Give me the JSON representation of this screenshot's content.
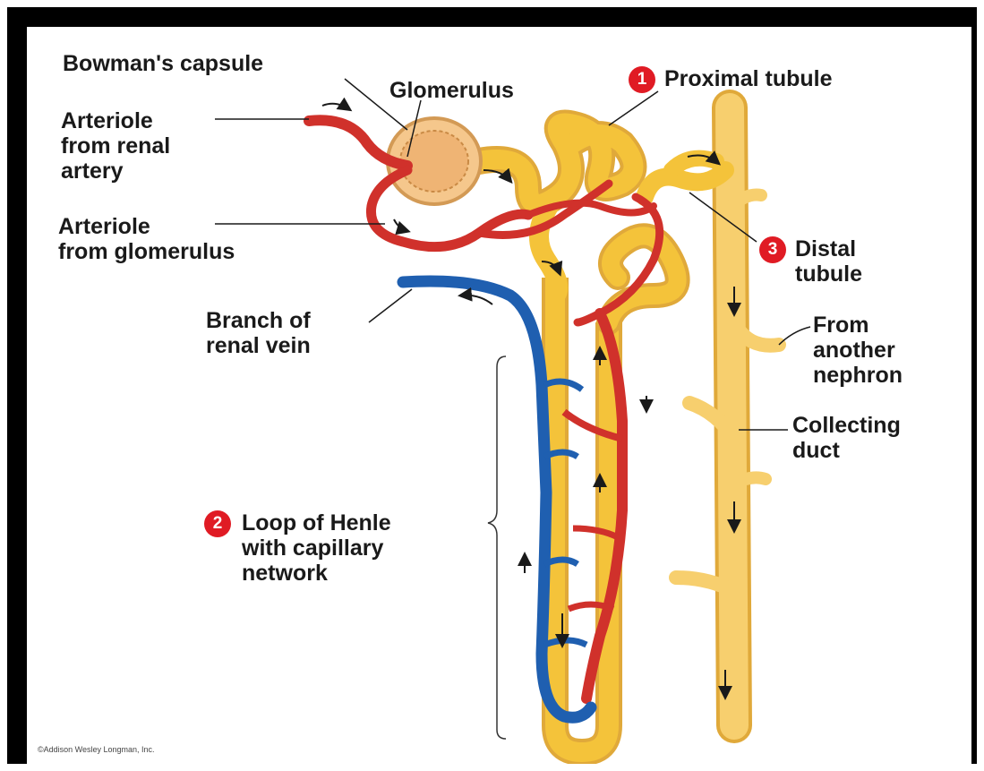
{
  "diagram": {
    "labels": {
      "bowmans_capsule": "Bowman's capsule",
      "glomerulus": "Glomerulus",
      "proximal_tubule": "Proximal tubule",
      "arteriole_renal_artery": [
        "Arteriole",
        "from renal",
        "artery"
      ],
      "arteriole_glomerulus": [
        "Arteriole",
        "from glomerulus"
      ],
      "distal_tubule": [
        "Distal",
        "tubule"
      ],
      "branch_renal_vein": [
        "Branch of",
        "renal vein"
      ],
      "from_another_nephron": [
        "From",
        "another",
        "nephron"
      ],
      "collecting_duct": [
        "Collecting",
        "duct"
      ],
      "loop_of_henle": [
        "Loop of Henle",
        "with capillary",
        "network"
      ]
    },
    "badges": {
      "proximal": "1",
      "loop": "2",
      "distal": "3"
    },
    "credit": "©Addison Wesley Longman, Inc.",
    "colors": {
      "artery": "#d0312b",
      "vein": "#1f5fb0",
      "tubule": "#f4c33a",
      "duct": "#f7cf6e",
      "badge": "#e01b24",
      "frame": "#000000"
    }
  }
}
